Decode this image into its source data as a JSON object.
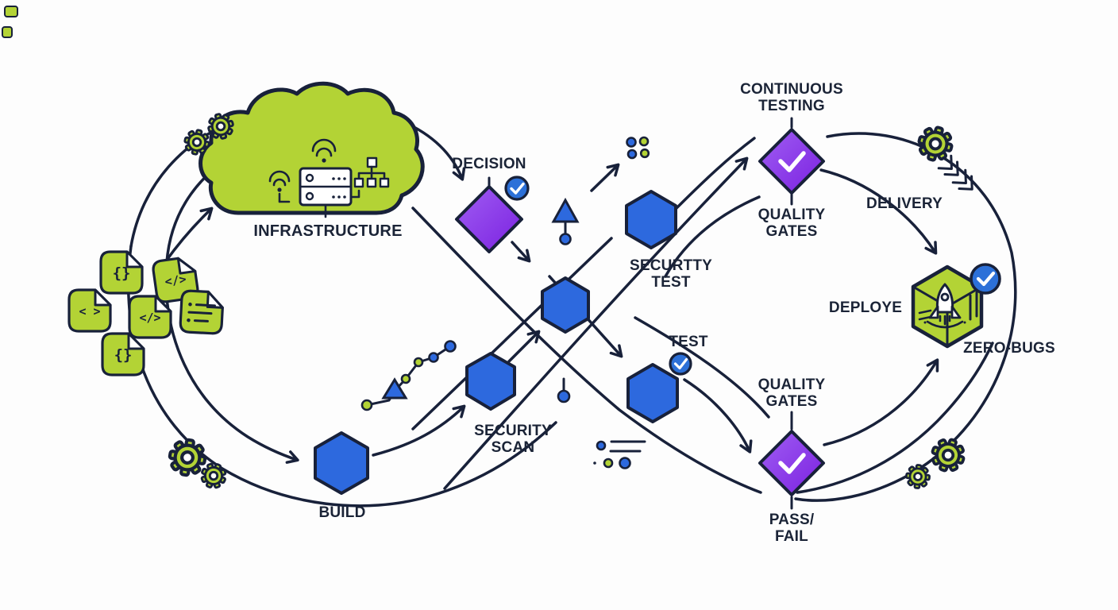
{
  "colors": {
    "green": "#b3d335",
    "blue": "#2d69de",
    "badge": "#2c70d8",
    "purple1": "#a05ef3",
    "purple2": "#7b21e0",
    "navy": "#18213a",
    "text": "#1b2437",
    "bg": "#fdfdfd"
  },
  "nodes": {
    "infrastructure": {
      "label": "INFRASTRUCTURE"
    },
    "decision": {
      "label": "DECISION"
    },
    "continuous_testing": {
      "label": "CONTINUOUS\nTESTING"
    },
    "quality_gates_top": {
      "label": "QUALITY\nGATES"
    },
    "delivery": {
      "label": "DELIVERY"
    },
    "deploye": {
      "label": "DEPLOYE"
    },
    "zero_bugs": {
      "label": "ZERO-BUGS"
    },
    "securtty_test": {
      "label": "SECURTTY\nTEST"
    },
    "test": {
      "label": "TEST"
    },
    "quality_gates_bottom": {
      "label": "QUALITY\nGATES"
    },
    "pass_fail": {
      "label": "PASS/\nFAIL"
    },
    "security_scan": {
      "label": "SECURITY\nSCAN"
    },
    "build": {
      "label": "BUILD"
    }
  },
  "code_files": [
    "{}",
    "</>",
    "< >",
    "</>",
    "lines",
    "{}"
  ],
  "icons": {
    "cloud": "infrastructure cloud",
    "server": "server rack",
    "wifi": "wifi signal",
    "network_tree": "network nodes",
    "gear": "settings gear",
    "code_file": "source file",
    "hexagon": "pipeline stage",
    "diamond": "decision gate",
    "check_badge": "verified check",
    "rocket_box": "deploy package",
    "trend_chart": "rising metric line",
    "dots_grid": "status dots",
    "list": "checklist lines",
    "pin_up": "upward marker",
    "pin_dot": "point marker",
    "chevrons": "down-right chevrons"
  }
}
